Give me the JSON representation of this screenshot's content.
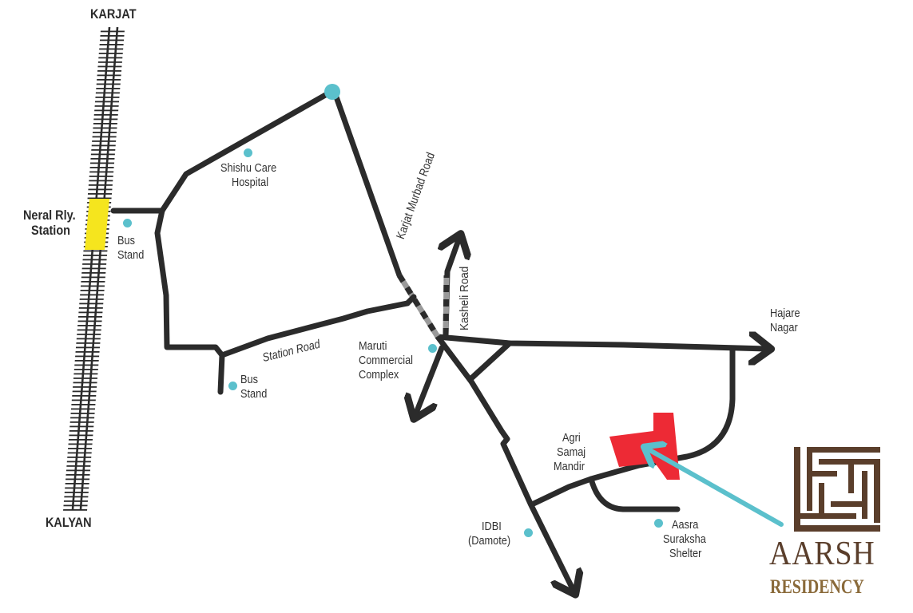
{
  "map": {
    "colors": {
      "road": "#2b2b2b",
      "rail": "#2b2b2b",
      "station": "#f5e51e",
      "poi_dot": "#5bc0cc",
      "property": "#ed2a35",
      "pointer_arrow": "#5bc0cc",
      "logo_brown": "#5a3e2b",
      "logo_gold": "#8a6a3a",
      "background": "#ffffff"
    },
    "rail": {
      "north_label": "KARJAT",
      "south_label": "KALYAN",
      "station_label_line1": "Neral Rly.",
      "station_label_line2": "Station"
    },
    "roads": {
      "station_road": "Station Road",
      "karjat_murbad_road": "Karjat Murbad Road",
      "kasheli_road": "Kasheli Road"
    },
    "destinations": {
      "hajare_nagar_line1": "Hajare",
      "hajare_nagar_line2": "Nagar"
    },
    "landmarks": [
      {
        "line1": "Shishu Care",
        "line2": "Hospital"
      },
      {
        "line1": "Bus",
        "line2": "Stand"
      },
      {
        "line1": "Bus",
        "line2": "Stand"
      },
      {
        "line1": "Maruti",
        "line2": "Commercial",
        "line3": "Complex"
      },
      {
        "line1": "Agri",
        "line2": "Samaj",
        "line3": "Mandir"
      },
      {
        "line1": "IDBI",
        "line2": "(Damote)"
      },
      {
        "line1": "Aasra",
        "line2": "Suraksha",
        "line3": "Shelter"
      }
    ],
    "brand": {
      "name": "AARSH",
      "subtitle": "RESIDENCY"
    }
  }
}
